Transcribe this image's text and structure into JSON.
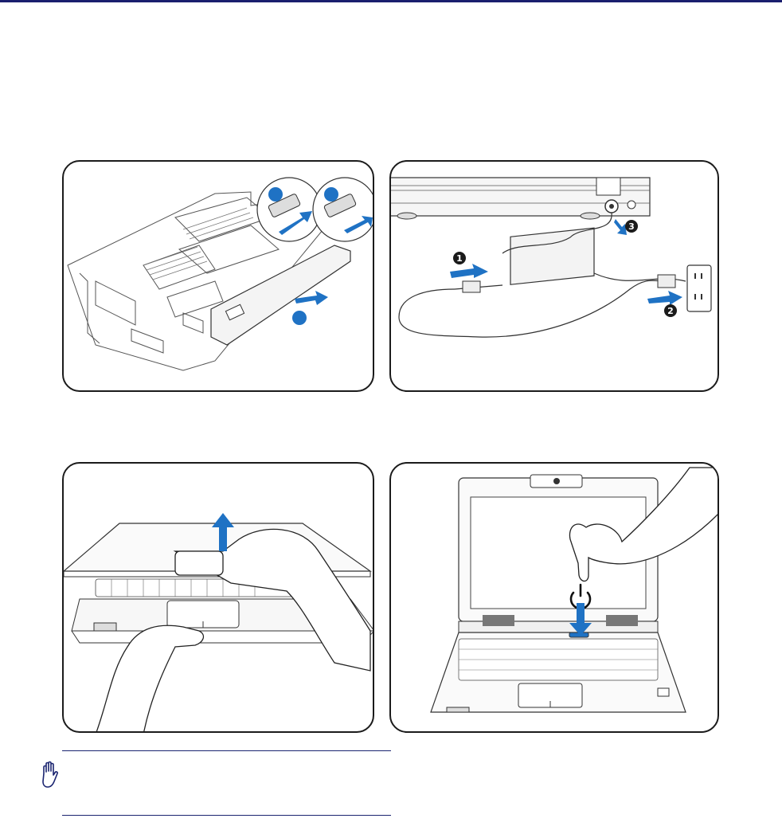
{
  "colors": {
    "accent_blue": "#1f72c4",
    "rule_navy": "#1a1f6e",
    "outline": "#1b1b1b"
  },
  "figures": [
    {
      "id": "battery-install",
      "markers": [
        "",
        "",
        ""
      ]
    },
    {
      "id": "ac-power-connect",
      "markers": [
        "1",
        "2",
        "3"
      ]
    },
    {
      "id": "open-display-panel",
      "markers": []
    },
    {
      "id": "power-on",
      "icons": [
        "power-icon"
      ]
    }
  ],
  "note": {
    "icon": "hand-caution-icon",
    "text": ""
  }
}
